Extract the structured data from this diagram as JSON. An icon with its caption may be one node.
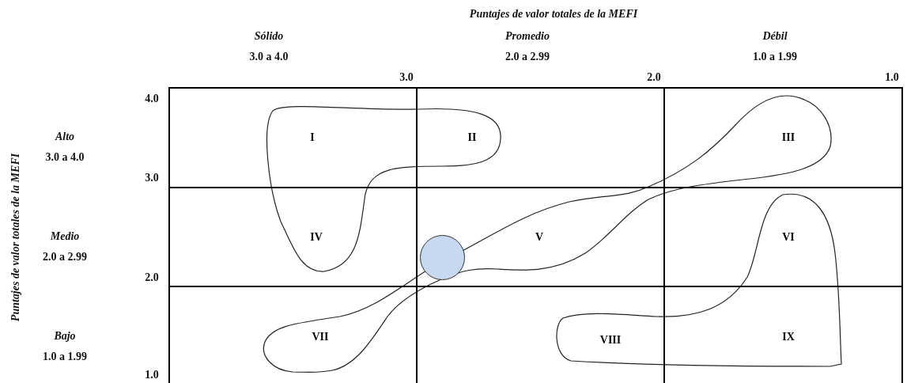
{
  "diagram": {
    "nodes": [
      {
        "text": [
          "I"
        ]
      },
      {
        "text": [
          "II"
        ]
      },
      {
        "text": [
          "III"
        ]
      },
      {
        "text": [
          "IV"
        ]
      },
      {
        "text": [
          "V"
        ]
      },
      {
        "text": [
          "VI"
        ]
      },
      {
        "text": [
          "VII"
        ]
      },
      {
        "text": [
          "VIII"
        ]
      },
      {
        "text": [
          "IX"
        ]
      },
      {
        "text": [],
        "shape": "circle",
        "in": 4
      }
    ],
    "labels": [
      "Puntajes de valor totales de la MEFI",
      "Sólido",
      "3.0 a 4.0",
      "Promedio",
      "2.0 a 2.99",
      "Débil",
      "1.0 a 1.99",
      "3.0",
      "2.0",
      "1.0",
      "4.0",
      "Puntajes de valor totales de la MEFI",
      "Alto",
      "3.0 a 4.0",
      "3.0",
      "Medio",
      "2.0 a 2.99",
      "2.0",
      "Bajo",
      "1.0 a 1.99",
      "1.0"
    ]
  }
}
